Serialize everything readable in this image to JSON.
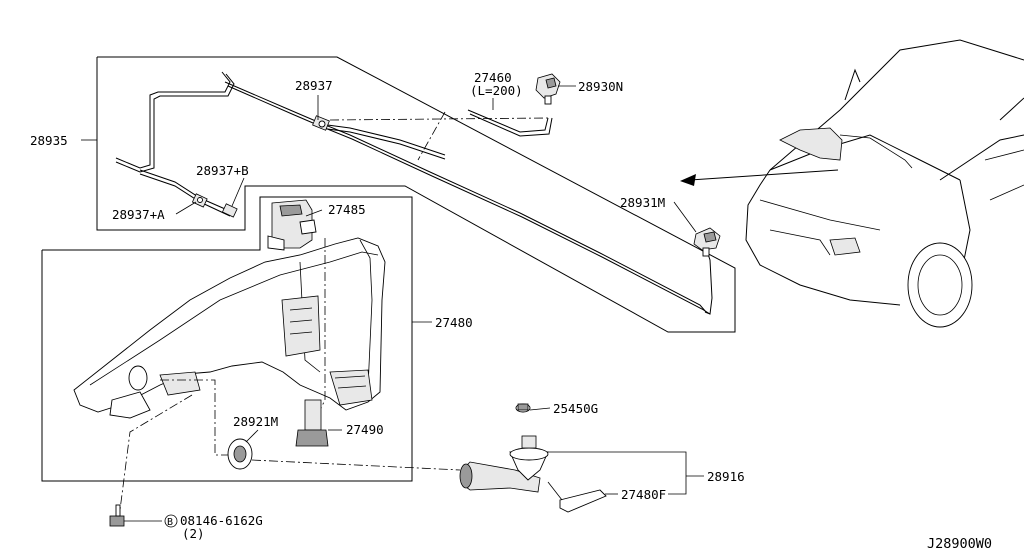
{
  "labels": {
    "l28935": "28935",
    "l28937": "28937",
    "l27460": "27460",
    "l27460_len": "(L=200)",
    "l28930N": "28930N",
    "l28937B": "28937+B",
    "l28937A": "28937+A",
    "l27485": "27485",
    "l28931M": "28931M",
    "l27480": "27480",
    "l28921M": "28921M",
    "l27490": "27490",
    "l25450G": "25450G",
    "l28916": "28916",
    "l27480F": "27480F",
    "l_bolt": "08146-6162G",
    "l_bolt_qty": "(2)",
    "l_bolt_mark": "B",
    "diagram_id": "J28900W0"
  }
}
